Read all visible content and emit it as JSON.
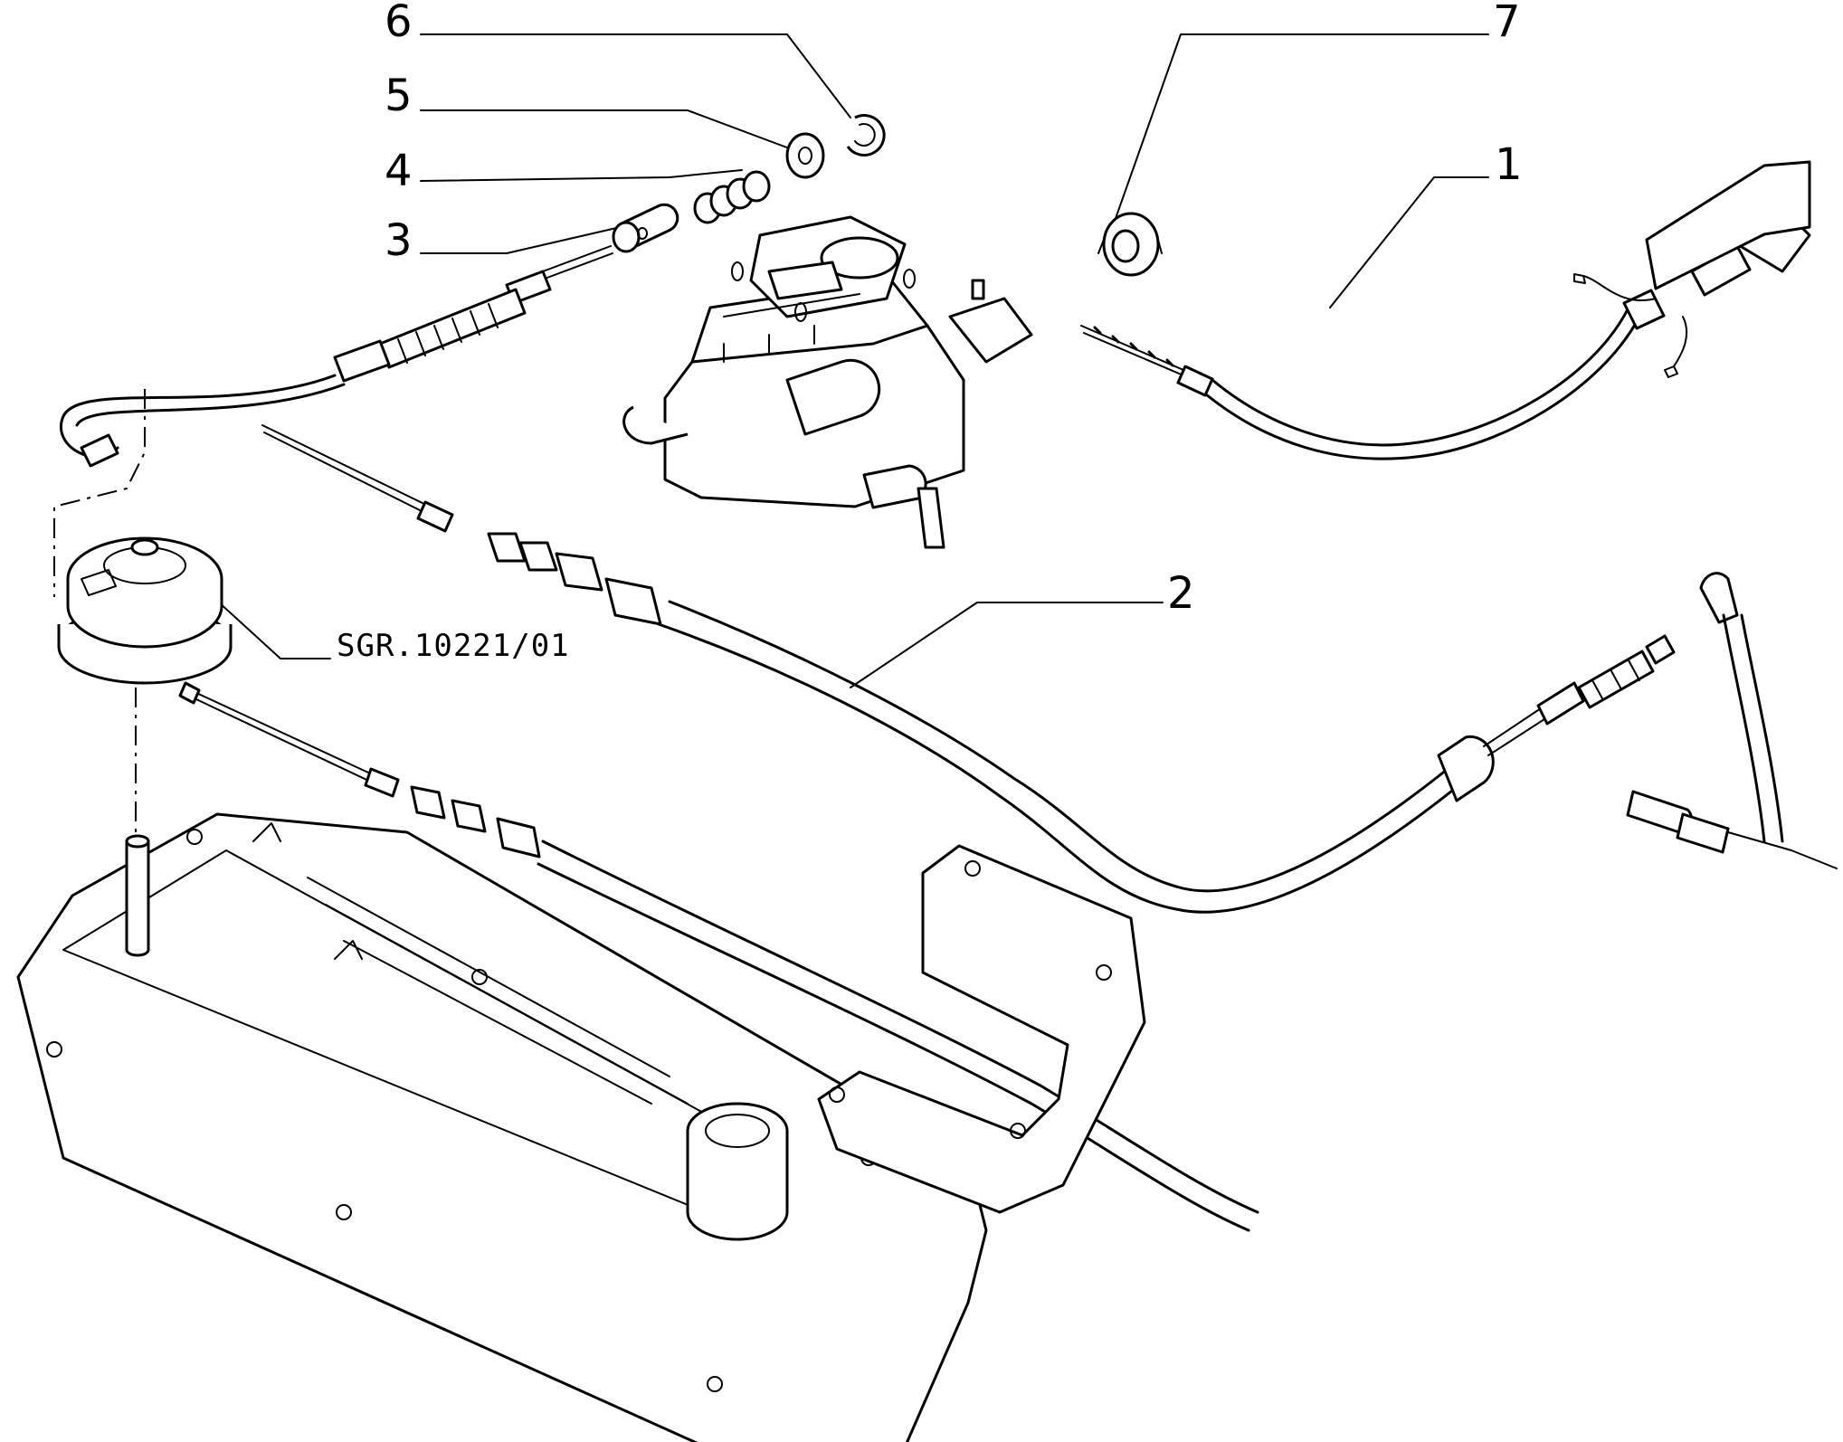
{
  "callouts": [
    {
      "id": "6",
      "label": "6"
    },
    {
      "id": "5",
      "label": "5"
    },
    {
      "id": "4",
      "label": "4"
    },
    {
      "id": "3",
      "label": "3"
    },
    {
      "id": "7",
      "label": "7"
    },
    {
      "id": "1",
      "label": "1"
    },
    {
      "id": "2",
      "label": "2"
    }
  ],
  "reference": "SGR.10221/01"
}
